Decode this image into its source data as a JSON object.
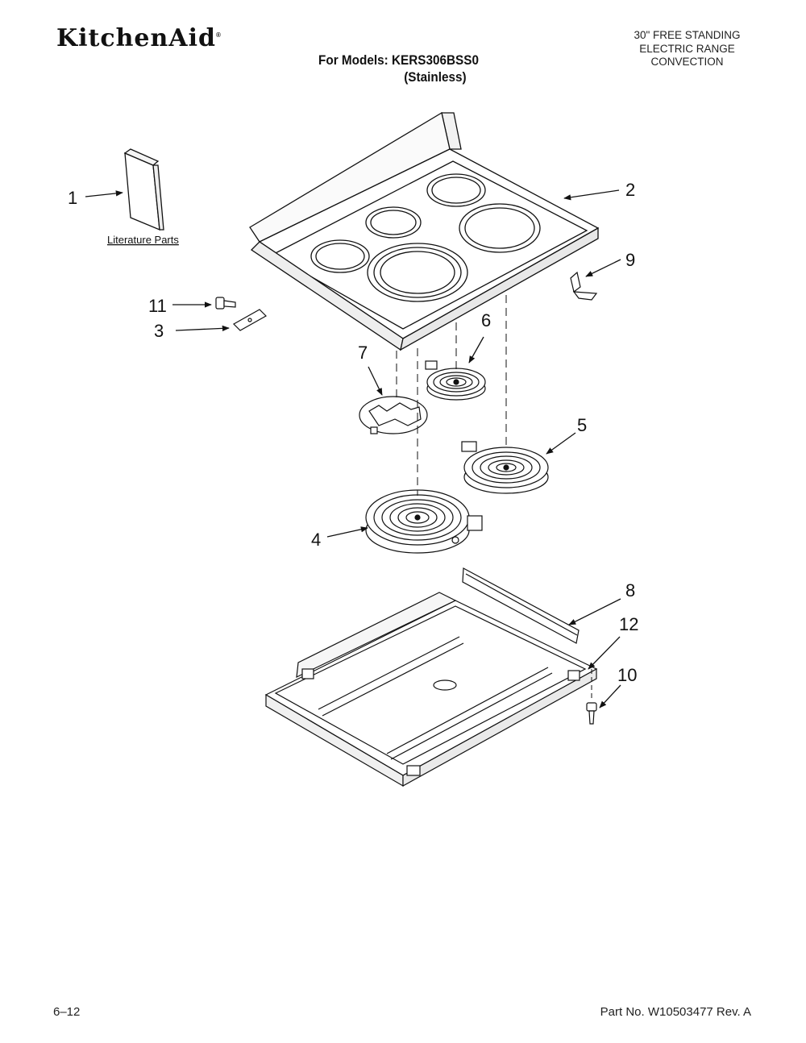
{
  "header": {
    "brand": "KitchenAid",
    "registered_mark": "®",
    "models_line1": "For Models: KERS306BSS0",
    "models_line2": "(Stainless)",
    "description": [
      "30\" FREE STANDING",
      "ELECTRIC RANGE",
      "CONVECTION"
    ]
  },
  "diagram": {
    "literature_label": "Literature Parts",
    "callouts": {
      "c1": "1",
      "c2": "2",
      "c3": "3",
      "c4": "4",
      "c5": "5",
      "c6": "6",
      "c7": "7",
      "c8": "8",
      "c9": "9",
      "c10": "10",
      "c11": "11",
      "c12": "12"
    }
  },
  "footer": {
    "page": "6–12",
    "part_number": "Part No. W10503477 Rev. A"
  }
}
